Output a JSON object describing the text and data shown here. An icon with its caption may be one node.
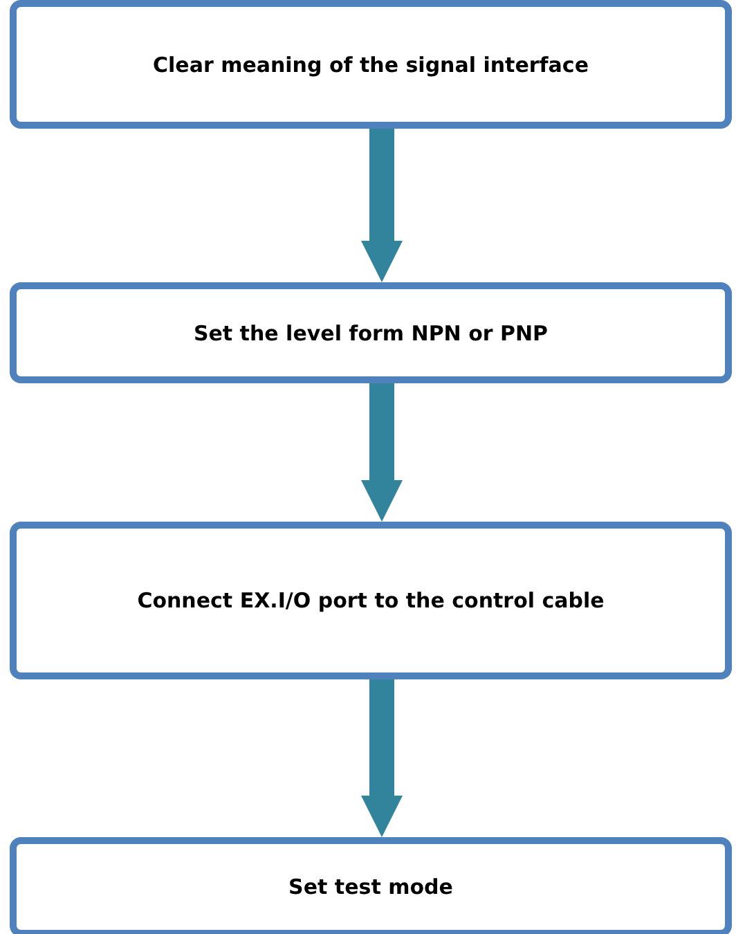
{
  "diagram": {
    "nodes": [
      {
        "text": [
          "Clear meaning of the signal interface"
        ]
      },
      {
        "text": [
          "Set the level form NPN or PNP"
        ]
      },
      {
        "text": [
          "Connect EX.I/O port to the control cable"
        ]
      },
      {
        "text": [
          "Set test mode"
        ]
      }
    ],
    "edges": [
      {
        "from": 0,
        "to": 1,
        "arrow": "to"
      },
      {
        "from": 1,
        "to": 2,
        "arrow": "to"
      },
      {
        "from": 2,
        "to": 3,
        "arrow": "to"
      }
    ]
  }
}
